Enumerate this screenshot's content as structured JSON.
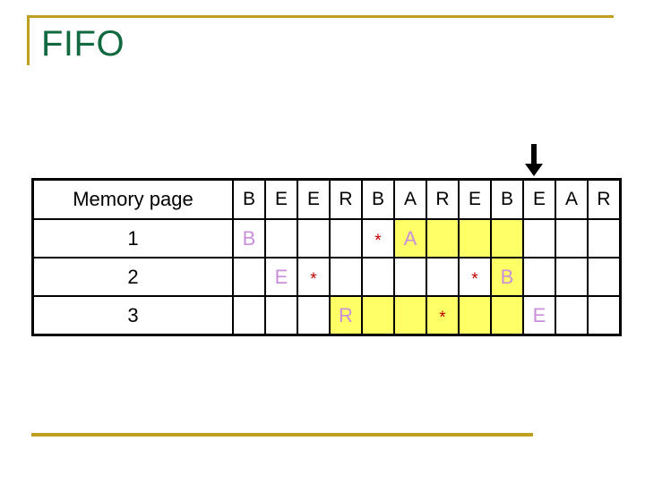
{
  "slide": {
    "title": "FIFO",
    "accent_color": "#BF9F1F",
    "title_color": "#10693F",
    "highlight_color": "#FFFF66",
    "letter_color": "#C98FDB",
    "fault_color": "#C00000",
    "arrow_icon": "down-arrow-icon"
  },
  "table": {
    "label_header": "Memory page",
    "reference_string": [
      "B",
      "E",
      "E",
      "R",
      "B",
      "A",
      "R",
      "E",
      "B",
      "E",
      "A",
      "R"
    ],
    "row_labels": [
      "1",
      "2",
      "3"
    ],
    "rows": [
      {
        "label": "1",
        "cells": [
          {
            "text": "B",
            "kind": "letter",
            "highlight": false
          },
          {
            "text": "",
            "kind": "empty",
            "highlight": false
          },
          {
            "text": "",
            "kind": "empty",
            "highlight": false
          },
          {
            "text": "",
            "kind": "empty",
            "highlight": false
          },
          {
            "text": "*",
            "kind": "fault",
            "highlight": false
          },
          {
            "text": "A",
            "kind": "letter",
            "highlight": true
          },
          {
            "text": "",
            "kind": "empty",
            "highlight": true
          },
          {
            "text": "",
            "kind": "empty",
            "highlight": true
          },
          {
            "text": "",
            "kind": "empty",
            "highlight": true
          },
          {
            "text": "",
            "kind": "empty",
            "highlight": false
          },
          {
            "text": "",
            "kind": "empty",
            "highlight": false
          },
          {
            "text": "",
            "kind": "empty",
            "highlight": false
          }
        ]
      },
      {
        "label": "2",
        "cells": [
          {
            "text": "",
            "kind": "empty",
            "highlight": false
          },
          {
            "text": "E",
            "kind": "letter",
            "highlight": false
          },
          {
            "text": "*",
            "kind": "fault",
            "highlight": false
          },
          {
            "text": "",
            "kind": "empty",
            "highlight": false
          },
          {
            "text": "",
            "kind": "empty",
            "highlight": false
          },
          {
            "text": "",
            "kind": "empty",
            "highlight": false
          },
          {
            "text": "",
            "kind": "empty",
            "highlight": false
          },
          {
            "text": "*",
            "kind": "fault",
            "highlight": false
          },
          {
            "text": "B",
            "kind": "letter",
            "highlight": true
          },
          {
            "text": "",
            "kind": "empty",
            "highlight": false
          },
          {
            "text": "",
            "kind": "empty",
            "highlight": false
          },
          {
            "text": "",
            "kind": "empty",
            "highlight": false
          }
        ]
      },
      {
        "label": "3",
        "cells": [
          {
            "text": "",
            "kind": "empty",
            "highlight": false
          },
          {
            "text": "",
            "kind": "empty",
            "highlight": false
          },
          {
            "text": "",
            "kind": "empty",
            "highlight": false
          },
          {
            "text": "R",
            "kind": "letter",
            "highlight": true
          },
          {
            "text": "",
            "kind": "empty",
            "highlight": true
          },
          {
            "text": "",
            "kind": "empty",
            "highlight": true
          },
          {
            "text": "*",
            "kind": "fault",
            "highlight": true
          },
          {
            "text": "",
            "kind": "empty",
            "highlight": true
          },
          {
            "text": "",
            "kind": "empty",
            "highlight": true
          },
          {
            "text": "E",
            "kind": "letter",
            "highlight": false
          },
          {
            "text": "",
            "kind": "empty",
            "highlight": false
          },
          {
            "text": "",
            "kind": "empty",
            "highlight": false
          }
        ]
      }
    ]
  }
}
